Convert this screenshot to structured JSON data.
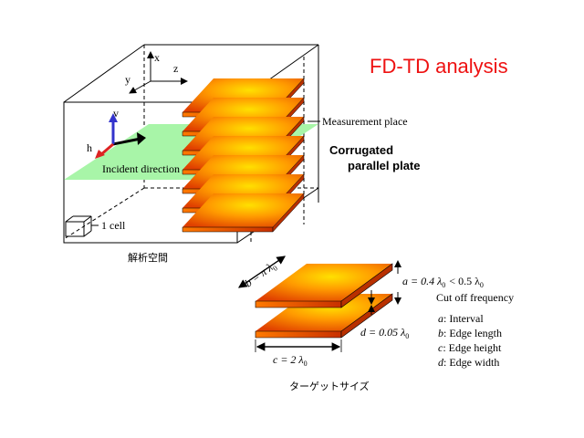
{
  "title": "FD-TD analysis",
  "box": {
    "caption": "解析空間",
    "axes": {
      "x": "x",
      "y": "y",
      "z": "z"
    },
    "cell_label": "1 cell"
  },
  "labels": {
    "measurement": "Measurement place",
    "corrugated_line1": "Corrugated",
    "corrugated_line2": "parallel plate",
    "incident": "Incident direction",
    "vec_v": "v",
    "vec_h": "h"
  },
  "detail": {
    "caption": "ターゲットサイズ",
    "b_label": "b = π λ",
    "b_sub": "0",
    "a_label": "a = 0.4 λ",
    "a_sub": "0",
    "a_lt": "< 0.5 λ",
    "a_lt_sub": "0",
    "cutoff": "Cut off frequency",
    "d_label": "d = 0.05 λ",
    "d_sub": "0",
    "c_label": "c = 2 λ",
    "c_sub": "0",
    "legend": [
      {
        "sym": "a",
        "text": ": Interval"
      },
      {
        "sym": "b",
        "text": ": Edge length"
      },
      {
        "sym": "c",
        "text": ": Edge height"
      },
      {
        "sym": "d",
        "text": ": Edge width"
      }
    ]
  },
  "colors": {
    "title": "#ee1111",
    "plane": "#a8f5a8",
    "plate_light": "#ffd400",
    "plate_dark": "#e84a00",
    "plate_edge": "#c03000",
    "vec_v": "#3333cc",
    "vec_h": "#dd2222"
  }
}
